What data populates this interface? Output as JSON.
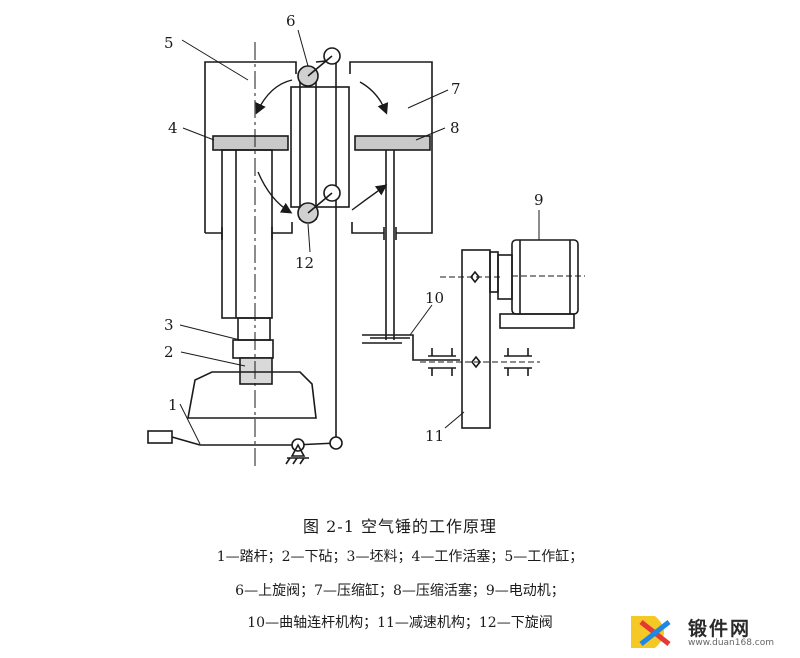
{
  "labels": {
    "l1": "1",
    "l2": "2",
    "l3": "3",
    "l4": "4",
    "l5": "5",
    "l6": "6",
    "l7": "7",
    "l8": "8",
    "l9": "9",
    "l10": "10",
    "l11": "11",
    "l12": "12"
  },
  "caption": {
    "title": "图 2-1   空气锤的工作原理",
    "line1": "1—踏杆；2—下砧；3—坯料；4—工作活塞；5—工作缸；",
    "line2": "6—上旋阀；7—压缩缸；8—压缩活塞；9—电动机；",
    "line3": "10—曲轴连杆机构；11—减速机构；12—下旋阀"
  },
  "watermark": {
    "text": "锻件网",
    "url": "www.duan168.com"
  }
}
